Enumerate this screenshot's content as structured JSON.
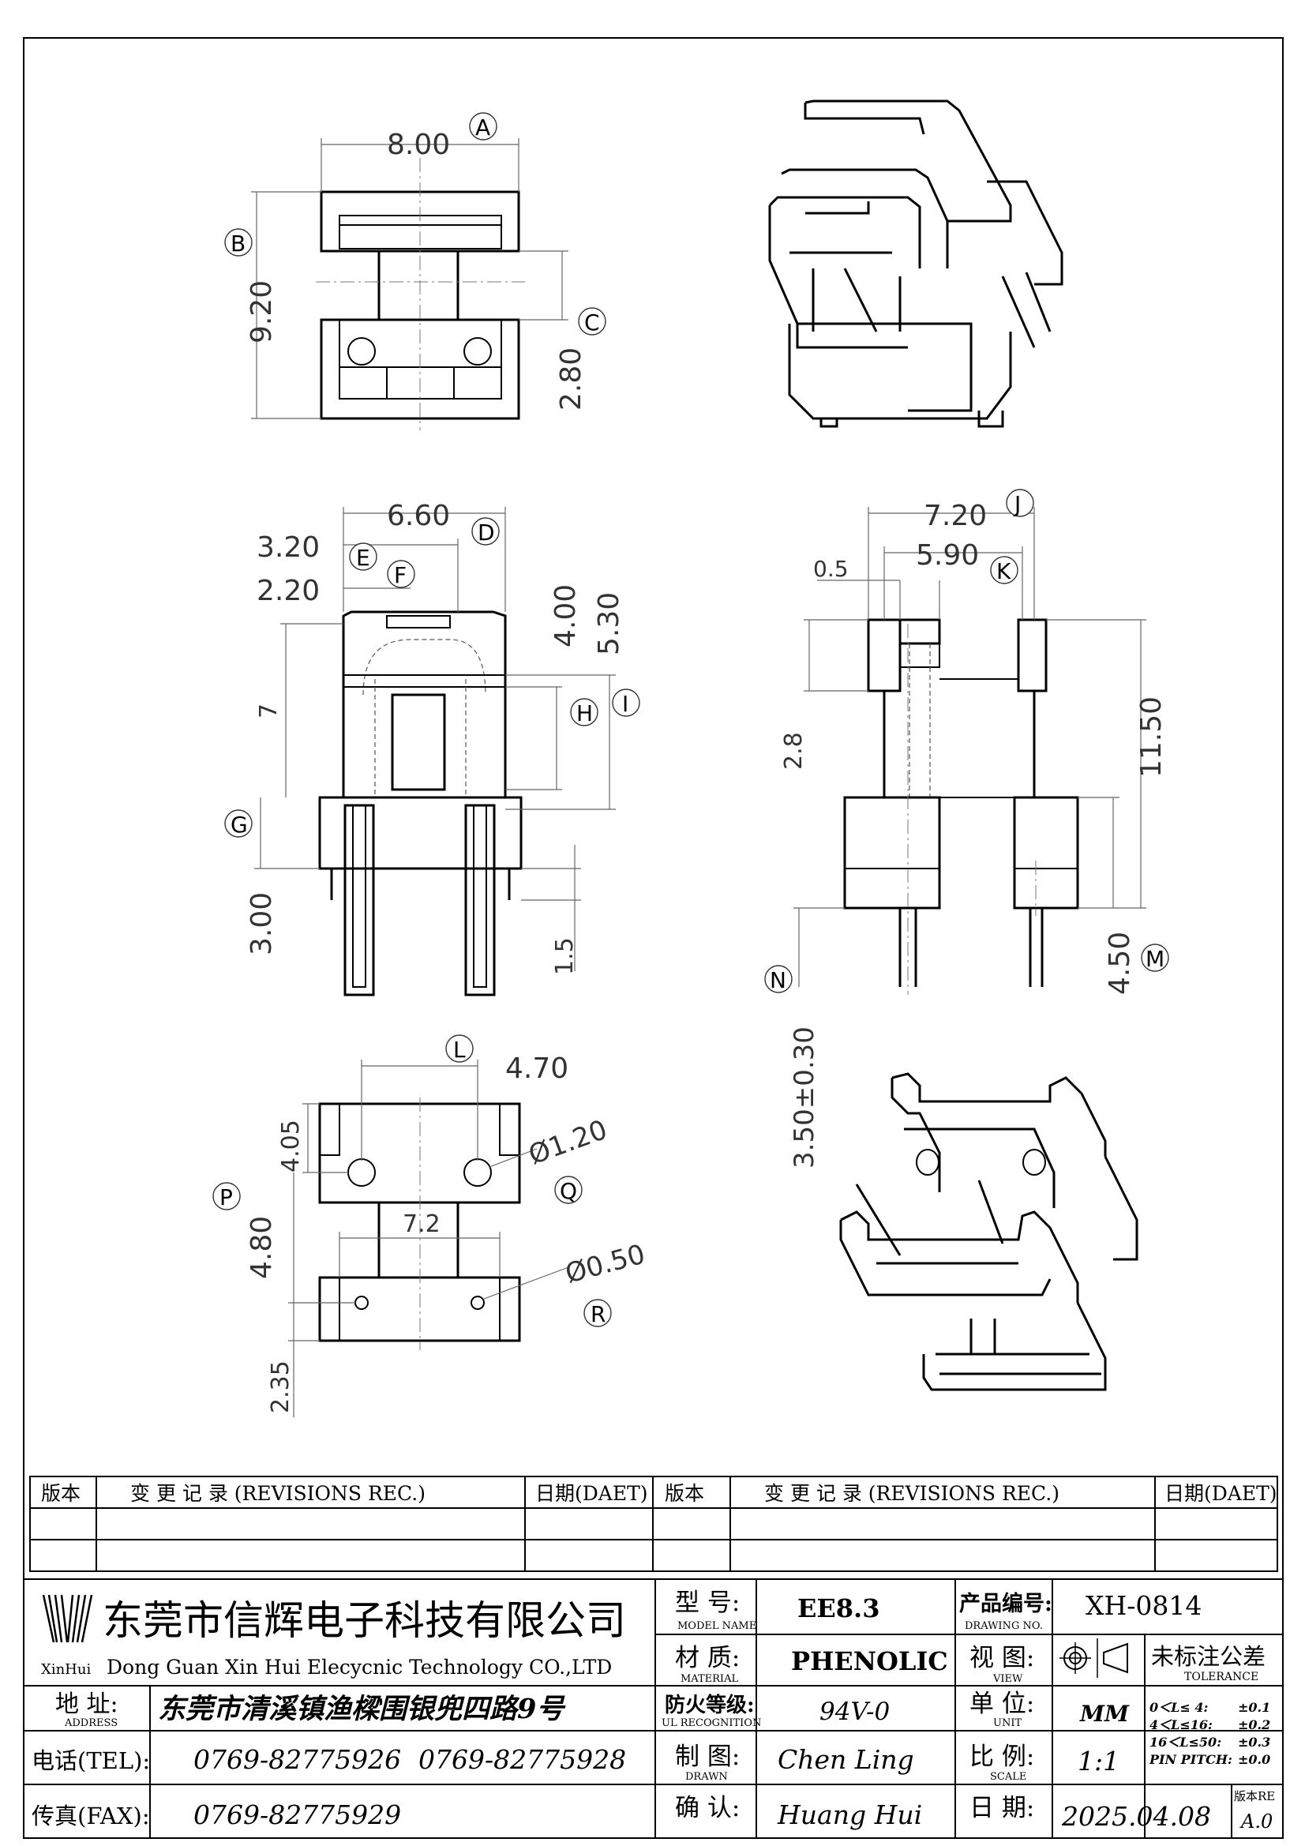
{
  "drawing": {
    "dims": {
      "top_width": "8.00",
      "top_height": "9.20",
      "top_gap": "2.80",
      "front_width": "6.60",
      "front_inner": "3.20",
      "front_slot": "2.20",
      "front_h1": "4.00",
      "front_h2": "5.30",
      "front_7": "7",
      "front_300": "3.00",
      "front_15": "1.5",
      "side_720": "7.20",
      "side_590": "5.90",
      "side_05": "0.5",
      "side_28": "2.8",
      "side_1150": "11.50",
      "side_450": "4.50",
      "side_350": "3.50±0.30",
      "bot_470": "4.70",
      "bot_405": "4.05",
      "bot_120": "Ø1.20",
      "bot_72": "7.2",
      "bot_480": "4.80",
      "bot_050": "Ø0.50",
      "bot_235": "2.35"
    },
    "balloons": {
      "A": "A",
      "B": "B",
      "C": "C",
      "D": "D",
      "E": "E",
      "F": "F",
      "G": "G",
      "H": "H",
      "I": "I",
      "J": "J",
      "K": "K",
      "L": "L",
      "M": "M",
      "N": "N",
      "P": "P",
      "Q": "Q",
      "R": "R"
    }
  },
  "revisions": {
    "headers": {
      "version": "版本",
      "record": "变 更 记 录  (REVISIONS REC.)",
      "date": "日期(DAET)"
    }
  },
  "title_block": {
    "logo_text": "XinHui",
    "company_cn": "东莞市信辉电子科技有限公司",
    "company_en": "Dong Guan Xin Hui Elecycnic Technology CO.,LTD",
    "address_label": "地  址:",
    "address_label_en": "ADDRESS",
    "address_value": "东莞市清溪镇渔樑围银兜四路9号",
    "tel_label": "电话(TEL):",
    "tel_value_1": "0769-82775926",
    "tel_value_2": "0769-82775928",
    "fax_label": "传真(FAX):",
    "fax_value": "0769-82775929",
    "model_label": "型  号:",
    "model_label_en": "MODEL NAME",
    "model_value": "EE8.3",
    "material_label": "材  质:",
    "material_label_en": "MATERIAL",
    "material_value": "PHENOLIC",
    "ul_label": "防火等级:",
    "ul_label_en": "UL RECOGNITION",
    "ul_value": "94V-0",
    "drawn_label": "制  图:",
    "drawn_label_en": "DRAWN",
    "drawn_value": "Chen Ling",
    "confirm_label": "确  认:",
    "confirm_value": "Huang Hui",
    "drawing_no_label": "产品编号:",
    "drawing_no_label_en": "DRAWING NO.",
    "drawing_no_value": "XH-0814",
    "view_label": "视  图:",
    "view_label_en": "VIEW",
    "unit_label": "单  位:",
    "unit_label_en": "UNIT",
    "unit_value": "MM",
    "scale_label": "比  例:",
    "scale_label_en": "SCALE",
    "scale_value": "1:1",
    "date_label": "日  期:",
    "date_value": "2025.04.08",
    "version_label": "版本RE",
    "version_value": "A.0",
    "tolerance_title": "未标注公差",
    "tolerance_title_en": "TOLERANCE",
    "tolerance_rows": [
      {
        "range": "0＜L≤ 4:",
        "value": "±0.1"
      },
      {
        "range": "4＜L≤16:",
        "value": "±0.2"
      },
      {
        "range": "16＜L≤50:",
        "value": "±0.3"
      },
      {
        "range": "PIN PITCH:",
        "value": "±0.0"
      }
    ]
  }
}
